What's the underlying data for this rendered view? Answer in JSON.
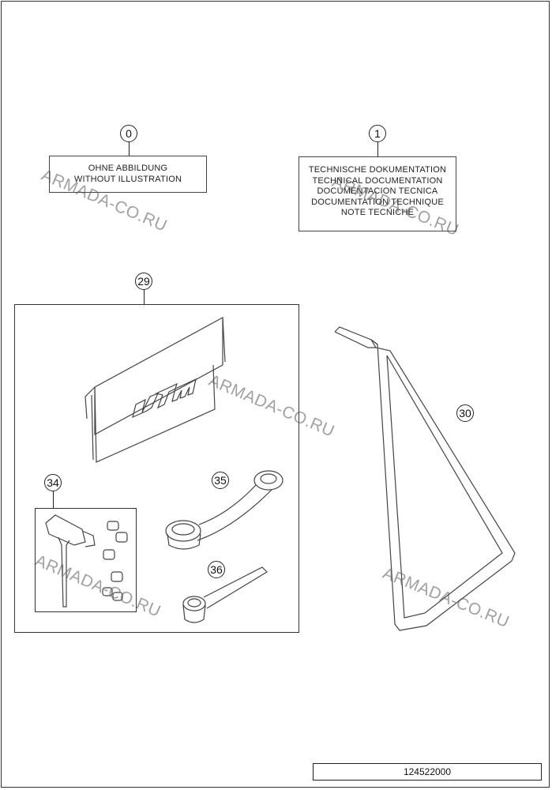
{
  "notes": {
    "no_illustration": [
      "OHNE ABBILDUNG",
      "WITHOUT ILLUSTRATION"
    ],
    "technical_docs": [
      "TECHNISCHE DOKUMENTATION",
      "TECHNICAL DOCUMENTATION",
      "DOCUMENTACION TECNICA",
      "DOCUMENTATION TECHNIQUE",
      "NOTE TECNICHE"
    ]
  },
  "callouts": {
    "c0": "0",
    "c1": "1",
    "c29": "29",
    "c30": "30",
    "c34": "34",
    "c35": "35",
    "c36": "36"
  },
  "document_number": "124522000",
  "watermark": "ARMADA-CO.RU",
  "icons": {
    "document_folder": "document-folder-icon",
    "folder_logo": "ktm-logo-icon",
    "t_handle_wrench": "t-handle-wrench-icon",
    "hex_socket_bits": "hex-socket-bits-icon",
    "double_ring_spanner": "double-ring-spanner-icon",
    "single_ring_spanner": "single-ring-spanner-icon",
    "stand": "side-stand-icon"
  }
}
